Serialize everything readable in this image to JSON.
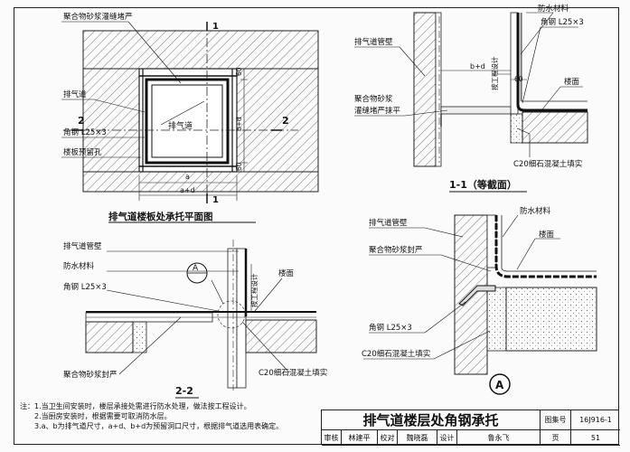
{
  "plan": {
    "caption": "排气道楼板处承托平面图",
    "labels": {
      "mortar_seal": "聚合物砂浆灌缝堵严",
      "duct": "排气道",
      "duct_inner": "排气道",
      "angle": "角钢 L25×3",
      "hole": "楼板预留孔",
      "section_1": "1",
      "section_2": "2",
      "dim_60": "60",
      "dim_a": "a",
      "dim_ad": "a+d",
      "dim_bd": "b+d"
    }
  },
  "section11": {
    "caption": "1-1（等截面）",
    "labels": {
      "wall": "排气道管壁",
      "waterproof": "防水材料",
      "angle": "角钢 L25×3",
      "floor": "楼面",
      "mortar1": "聚合物砂浆",
      "mortar2": "灌缝堵严抹平",
      "concrete": "C20细石混凝土填实",
      "by_design": "按工程设计",
      "dim_bd": "b+d",
      "dim_60": "60"
    }
  },
  "section22": {
    "caption": "2-2",
    "labels": {
      "wall": "排气道管壁",
      "waterproof": "防水材料",
      "angle": "角钢 L25×3",
      "floor": "楼面",
      "mortar": "聚合物砂浆封严",
      "concrete": "C20细石混凝土填实",
      "by_design": "按工程设计",
      "callout": "A"
    }
  },
  "detailA": {
    "label": "A",
    "labels": {
      "wall": "排气道管壁",
      "waterproof": "防水材料",
      "mortar": "聚合物砂浆封严",
      "floor": "楼面",
      "angle": "角钢 L25×3",
      "concrete": "C20细石混凝土填实"
    }
  },
  "notes": [
    "注：1.当卫生间安装时，楼层承接处需进行防水处理，做法按工程设计。",
    "2.当厨房安装时，根据需要可取消防水层。",
    "3.a、b为排气道尺寸，a+d、b+d为预留洞口尺寸，根据排气道选用表确定。"
  ],
  "titleblock": {
    "title": "排气道楼层处角钢承托",
    "atlas_label": "图集号",
    "atlas_no": "16J916-1",
    "page_label": "页",
    "page_no": "51",
    "review": "审核",
    "review_name": "林建平",
    "check": "校对",
    "check_name": "魏晓磊",
    "design": "设计",
    "design_name": "鲁永飞"
  }
}
